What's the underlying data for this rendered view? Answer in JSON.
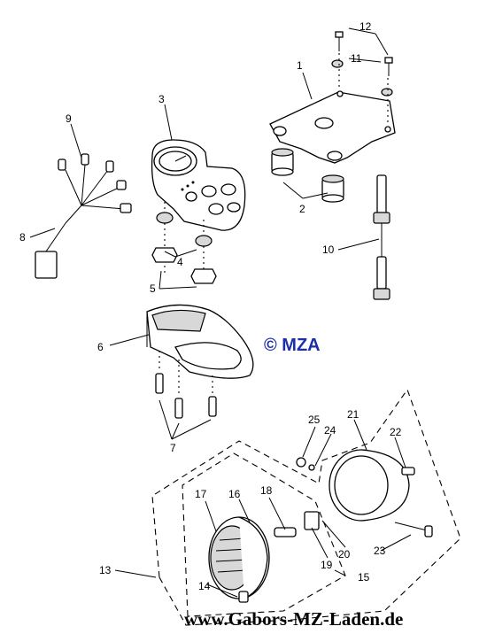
{
  "callouts": [
    {
      "id": "1",
      "label": "1"
    },
    {
      "id": "2",
      "label": "2"
    },
    {
      "id": "3",
      "label": "3"
    },
    {
      "id": "4",
      "label": "4"
    },
    {
      "id": "5",
      "label": "5"
    },
    {
      "id": "6",
      "label": "6"
    },
    {
      "id": "7",
      "label": "7"
    },
    {
      "id": "8",
      "label": "8"
    },
    {
      "id": "9",
      "label": "9"
    },
    {
      "id": "10",
      "label": "10"
    },
    {
      "id": "11",
      "label": "11"
    },
    {
      "id": "12",
      "label": "12"
    },
    {
      "id": "13",
      "label": "13"
    },
    {
      "id": "14",
      "label": "14"
    },
    {
      "id": "15",
      "label": "15"
    },
    {
      "id": "16",
      "label": "16"
    },
    {
      "id": "17",
      "label": "17"
    },
    {
      "id": "18",
      "label": "18"
    },
    {
      "id": "19",
      "label": "19"
    },
    {
      "id": "20",
      "label": "20"
    },
    {
      "id": "21",
      "label": "21"
    },
    {
      "id": "22",
      "label": "22"
    },
    {
      "id": "23",
      "label": "23"
    },
    {
      "id": "24",
      "label": "24"
    },
    {
      "id": "25",
      "label": "25"
    }
  ],
  "watermark": "© MZA",
  "footer_url": "www.Gabors-MZ-Laden.de",
  "colors": {
    "watermark": "#1c2fa8",
    "ink": "#000000",
    "background": "#ffffff"
  }
}
